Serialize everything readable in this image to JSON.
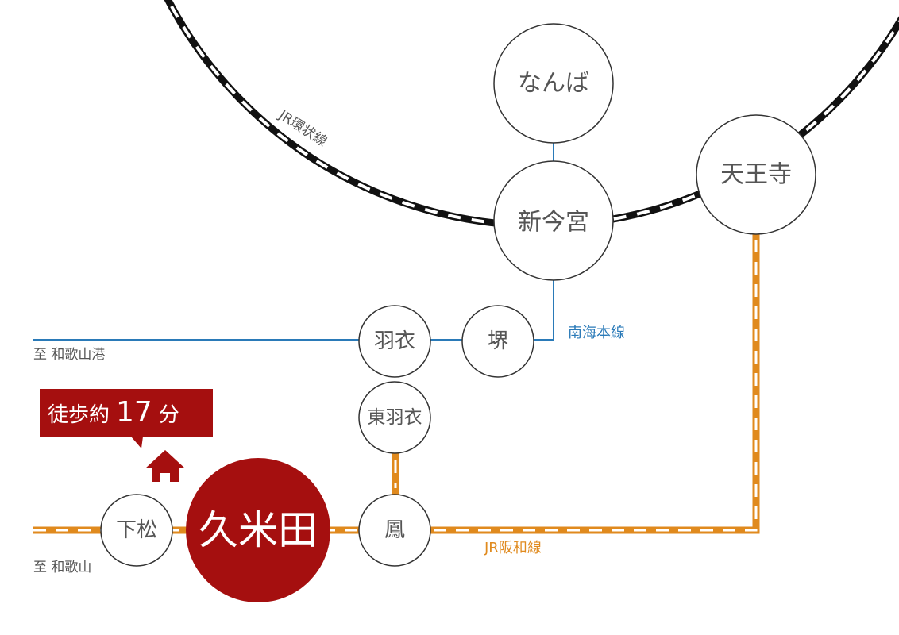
{
  "stations": {
    "namba": "なんば",
    "shin_imamiya": "新今宮",
    "tennoji": "天王寺",
    "hagoromo": "羽衣",
    "sakai": "堺",
    "higashi_hagoromo": "東羽衣",
    "otori": "鳳",
    "shimomatsu": "下松",
    "kumeda": "久米田"
  },
  "lines": {
    "loop": "JR環状線",
    "nankai": "南海本線",
    "hanwa": "JR阪和線"
  },
  "destinations": {
    "wakayamako": "至 和歌山港",
    "wakayama": "至 和歌山"
  },
  "callout": {
    "prefix": "徒歩約",
    "minutes": "17",
    "suffix": "分"
  },
  "colors": {
    "hanwa": "#e08a1e",
    "nankai": "#2a7ab8",
    "loop": "#111111",
    "highlight": "#a50f0f"
  }
}
